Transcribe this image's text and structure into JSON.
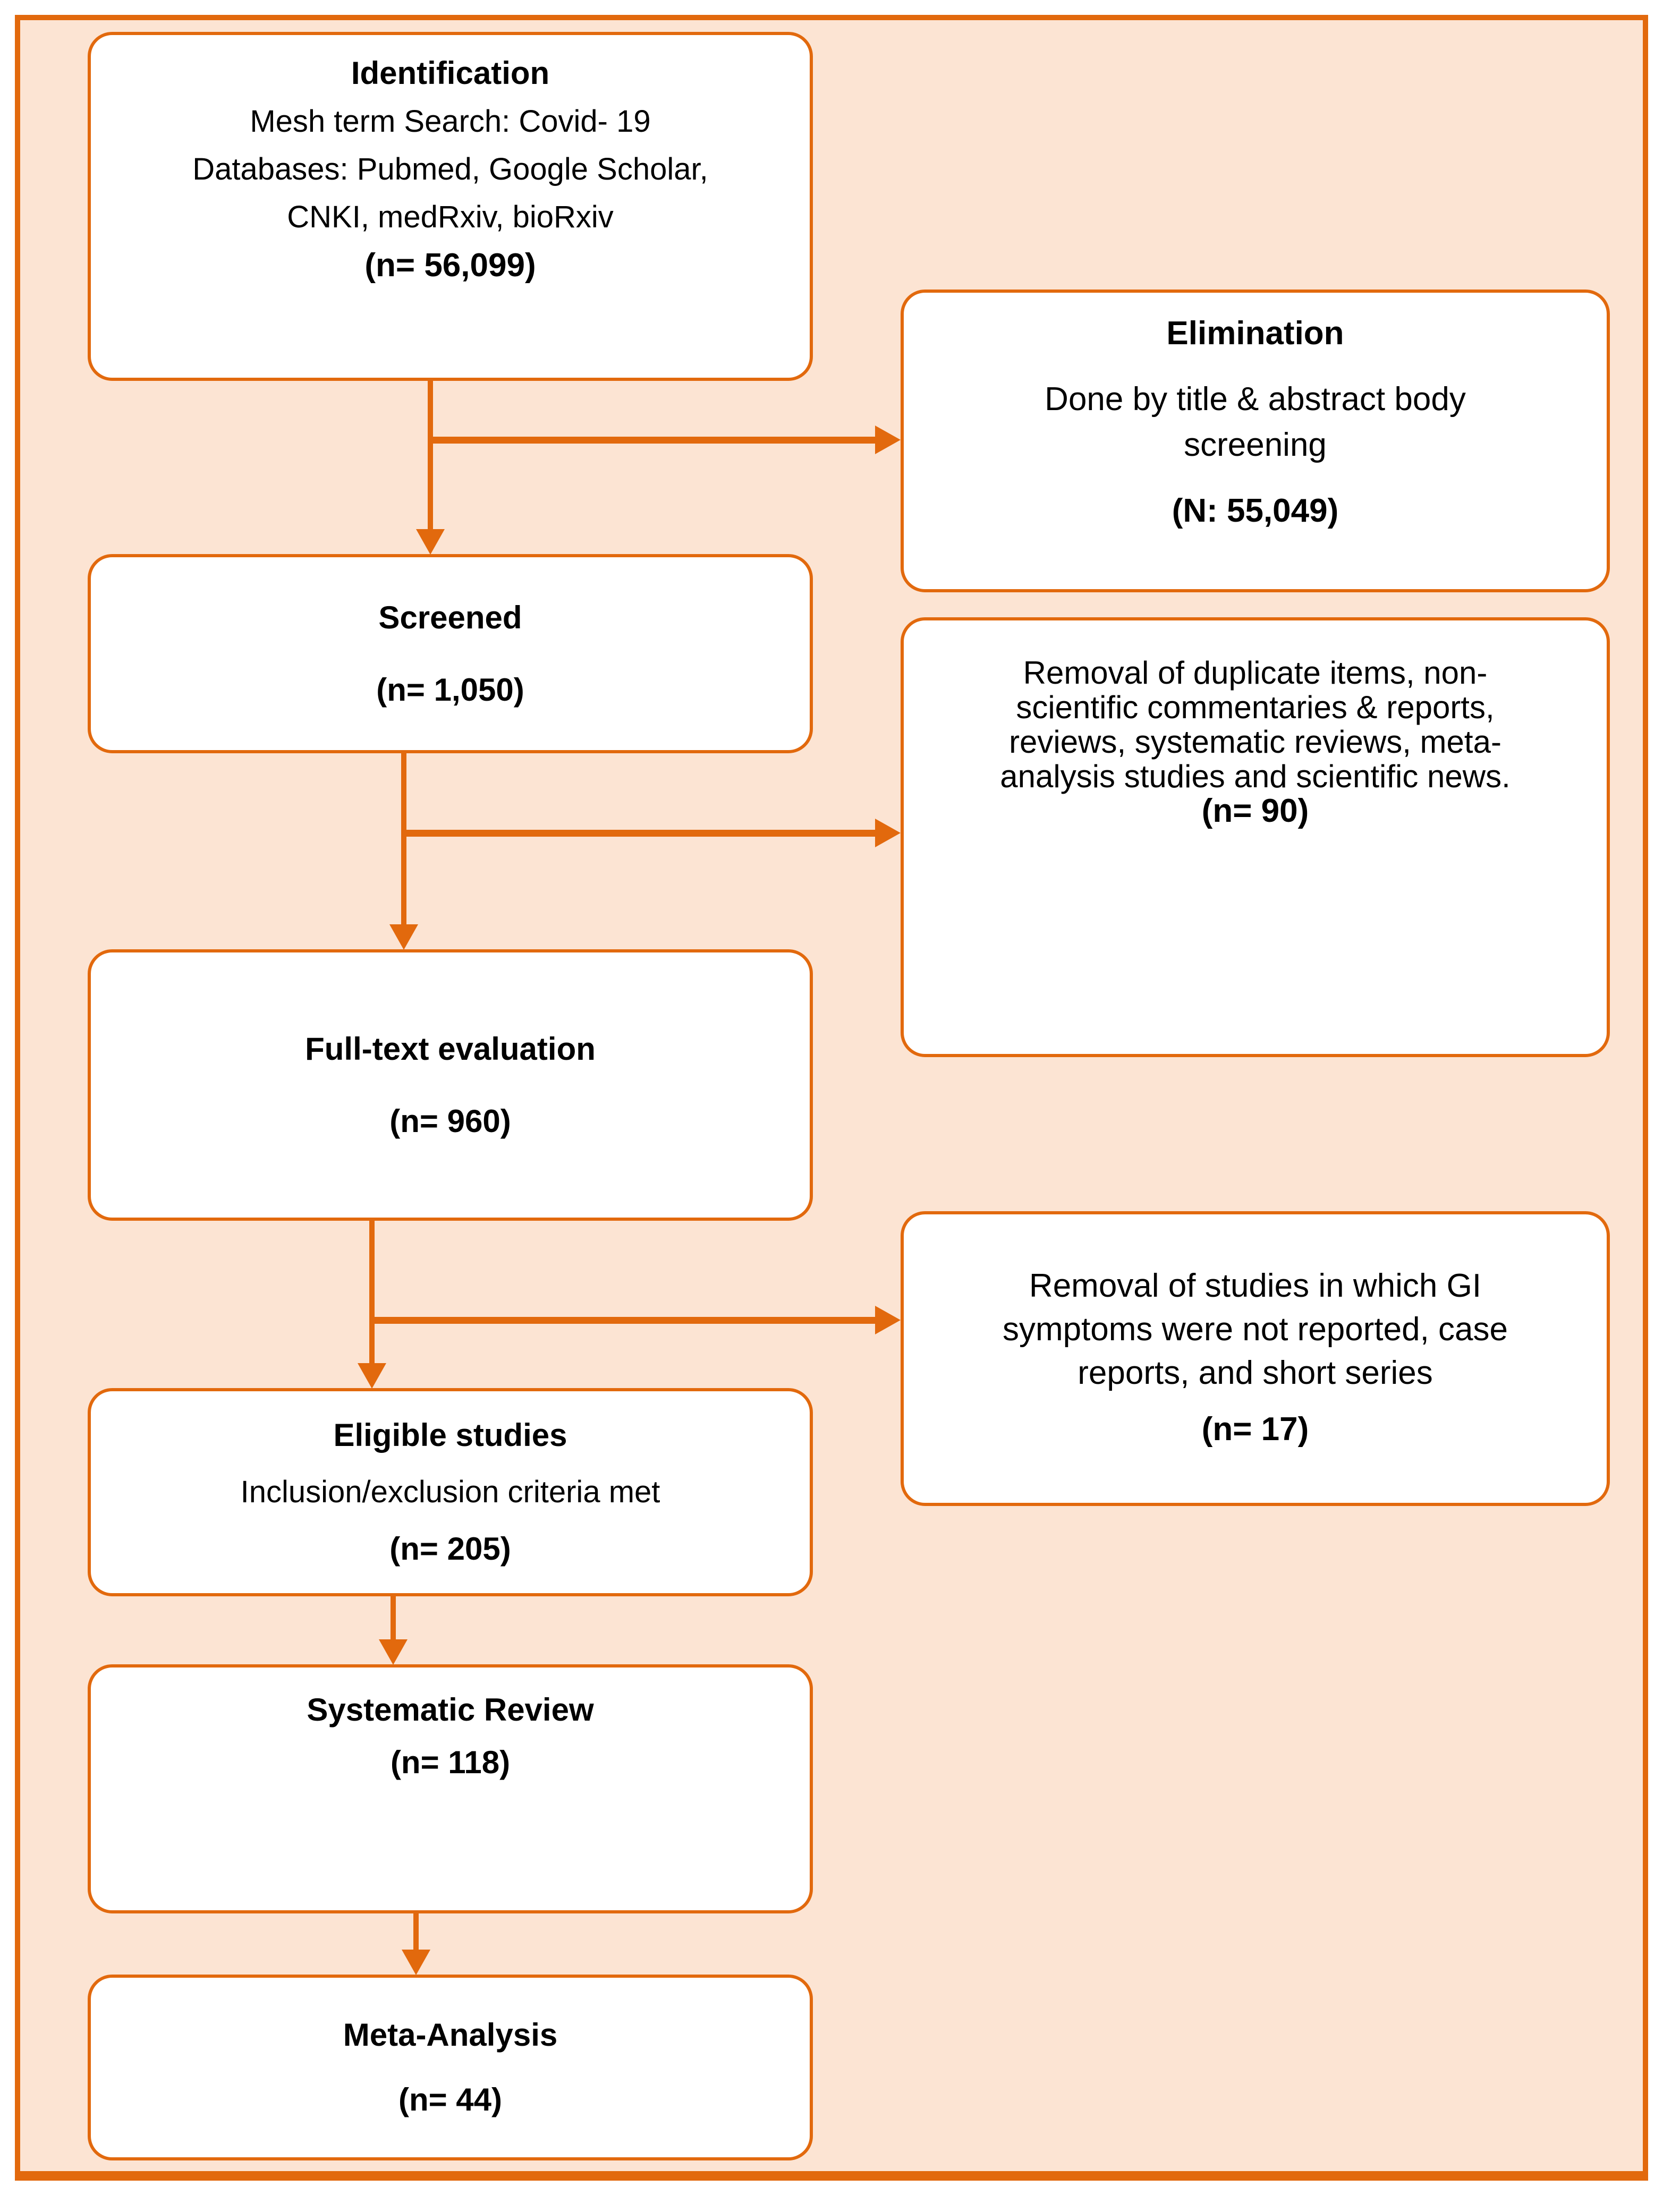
{
  "colors": {
    "accent_orange": "#e2690d",
    "background_peach": "#fce4d3",
    "box_fill": "#ffffff",
    "text": "#000000"
  },
  "flowchart": {
    "main_boxes": [
      {
        "id": "identification",
        "title": "Identification",
        "lines": [
          "Mesh term Search: Covid- 19",
          "Databases: Pubmed, Google Scholar,",
          "CNKI, medRxiv, bioRxiv"
        ],
        "count": "(n= 56,099)"
      },
      {
        "id": "screened",
        "title": "Screened",
        "count": "(n= 1,050)"
      },
      {
        "id": "full-text-evaluation",
        "title": "Full-text evaluation",
        "count": "(n= 960)"
      },
      {
        "id": "eligible-studies",
        "title": "Eligible studies",
        "lines": [
          "Inclusion/exclusion criteria met"
        ],
        "count": "(n= 205)"
      },
      {
        "id": "systematic-review",
        "title": "Systematic Review",
        "count": "(n= 118)"
      },
      {
        "id": "meta-analysis",
        "title": "Meta-Analysis",
        "count": "(n= 44)"
      }
    ],
    "side_boxes": [
      {
        "id": "elimination",
        "title": "Elimination",
        "lines": [
          "Done by title & abstract body",
          "screening"
        ],
        "count": "(N: 55,049)"
      },
      {
        "id": "removal-duplicates",
        "lines": [
          "Removal of duplicate items, non-",
          "scientific commentaries & reports,",
          "reviews, systematic reviews, meta-",
          "analysis studies and scientific news."
        ],
        "count": "(n= 90)"
      },
      {
        "id": "removal-gi-not-reported",
        "lines": [
          "Removal of studies in which GI",
          "symptoms were not reported, case",
          "reports, and short series"
        ],
        "count": "(n= 17)"
      }
    ]
  }
}
